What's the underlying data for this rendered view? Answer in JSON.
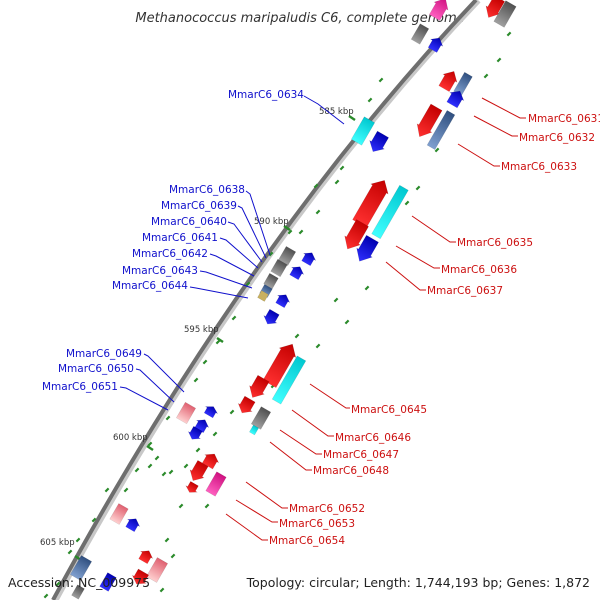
{
  "title": "Methanococcus maripaludis C6, complete genome",
  "footer": {
    "accession": "Accession: NC_009975",
    "summary": "Topology: circular; Length: 1,744,193 bp; Genes: 1,872"
  },
  "colors": {
    "left_label": "#1010cc",
    "right_label": "#cc1010",
    "backbone": "#777777",
    "ticks": "#228822"
  },
  "scale_labels": [
    "585 kbp",
    "590 kbp",
    "595 kbp",
    "600 kbp",
    "605 kbp"
  ],
  "left_genes": [
    "MmarC6_0634",
    "MmarC6_0638",
    "MmarC6_0639",
    "MmarC6_0640",
    "MmarC6_0641",
    "MmarC6_0642",
    "MmarC6_0643",
    "MmarC6_0644",
    "MmarC6_0649",
    "MmarC6_0650",
    "MmarC6_0651"
  ],
  "right_genes": [
    "MmarC6_0631",
    "MmarC6_0632",
    "MmarC6_0633",
    "MmarC6_0635",
    "MmarC6_0636",
    "MmarC6_0637",
    "MmarC6_0645",
    "MmarC6_0646",
    "MmarC6_0647",
    "MmarC6_0648",
    "MmarC6_0652",
    "MmarC6_0653",
    "MmarC6_0654"
  ]
}
